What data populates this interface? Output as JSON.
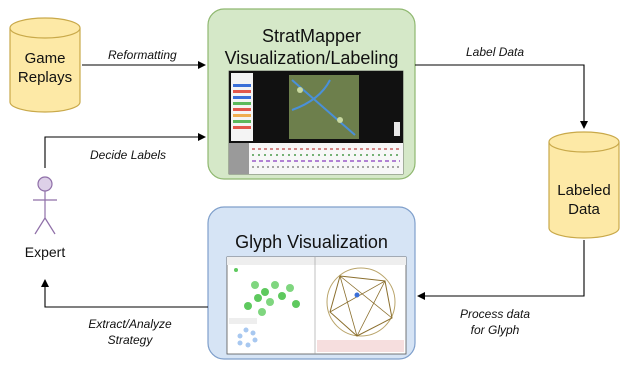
{
  "nodes": {
    "game_replays": [
      "Game",
      "Replays"
    ],
    "labeled_data": [
      "Labeled",
      "Data"
    ],
    "stratmapper": [
      "StratMapper",
      "Visualization/Labeling"
    ],
    "glyph": "Glyph Visualization",
    "expert": "Expert"
  },
  "edges": {
    "reformatting": "Reformatting",
    "label_data": "Label Data",
    "decide_labels": "Decide Labels",
    "process_data": [
      "Process data",
      "for Glyph"
    ],
    "extract_strategy": [
      "Extract/Analyze",
      "Strategy"
    ]
  },
  "colors": {
    "cylinder_fill": "#fde9a6",
    "cylinder_stroke": "#c9a94a",
    "stratmapper_fill": "#d5e8c8",
    "stratmapper_stroke": "#8fb870",
    "glyph_fill": "#d6e4f5",
    "glyph_stroke": "#7f9fcb",
    "actor_fill": "#ddd0e8",
    "actor_stroke": "#8f6fa8",
    "arrow": "#000000"
  }
}
